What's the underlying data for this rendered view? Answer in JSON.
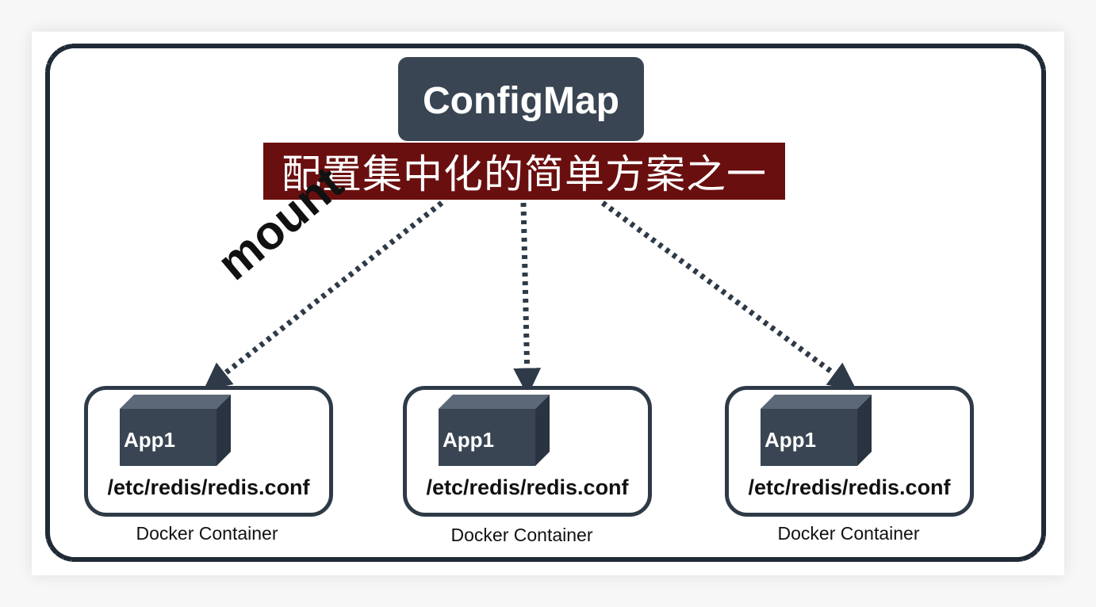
{
  "config_map": {
    "title": "ConfigMap"
  },
  "banner": {
    "text": "配置集中化的简单方案之一"
  },
  "mount_label": "mount",
  "containers": [
    {
      "app": "App1",
      "path": "/etc/redis/redis.conf",
      "caption": "Docker Container"
    },
    {
      "app": "App1",
      "path": "/etc/redis/redis.conf",
      "caption": "Docker Container"
    },
    {
      "app": "App1",
      "path": "/etc/redis/redis.conf",
      "caption": "Docker Container"
    }
  ],
  "colors": {
    "box_dark": "#3a4553",
    "banner_bg": "#6a0f0f",
    "dots": "#2e3a47",
    "text": "#111111"
  }
}
